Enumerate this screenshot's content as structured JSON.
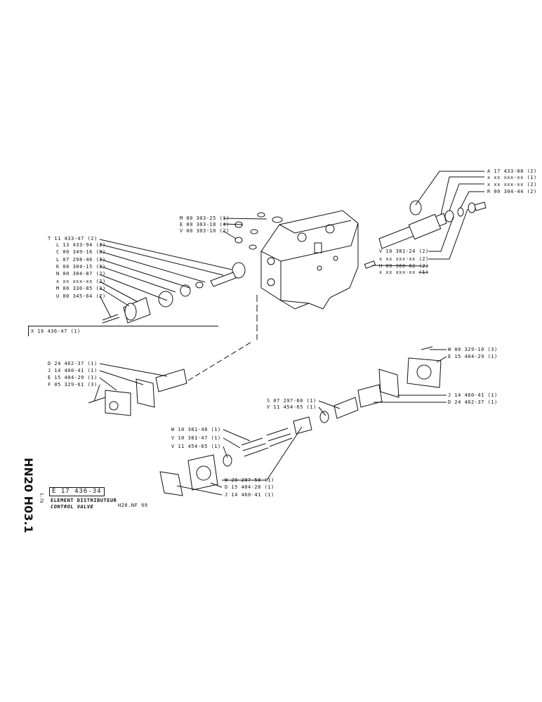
{
  "sheet": {
    "code": "E 17 436-34",
    "title_fr": "ELEMENT DISTRIBUTEUR",
    "title_en": "CONTROL VALVE",
    "model_ref": "H20.NF  99",
    "side_code": "HN20 H03.1",
    "side_sub": "5-79",
    "frame_label": "X 16 436-47 (1)"
  },
  "labels": {
    "top_right": [
      "A 17 433-08 (2)",
      "x xx xxx-xx (1)",
      "x xx xxx-xx (2)",
      "R 00 304-44 (2)"
    ],
    "top_mid": [
      "M 00 303-25 (1)",
      "E 00 303-18 (4)",
      "V 00 303-10 (2)"
    ],
    "left_stack": [
      "T 11 433-47 (2)",
      "L 13 433-94 (2)",
      "C 00 349-16 (8)",
      "L 07 298-46 (2)",
      "K 00 304-15 (2)",
      "N 00 304-87 (2)",
      "x xx xxx-xx (2)",
      "M 00 330-85 (2)",
      "U 00 345-64 (2)"
    ],
    "right_mid": [
      "V 10 381-24 (2)",
      "x xx xxx-xx (2)",
      "H 00 360-02 (2)",
      "x xx xxx-xx (1)"
    ],
    "mid_left": [
      "D 24 462-37 (1)",
      "J 14 460-41 (1)",
      "E 15 404-29 (1)",
      "F 05 329-61 (3)"
    ],
    "mid_right": [
      "W 00 329-10 (3)",
      "E 15 404-29 (1)"
    ],
    "mid_right_lower": [
      "J 14 460-41 (1)",
      "D 24 462-37 (1)"
    ],
    "center": [
      "S 07 297-60 (1)",
      "V 11 454-65 (1)"
    ],
    "lower_left": [
      "W 10 381-48 (1)",
      "V 10 381-47 (1)",
      "V 11 454-65 (1)"
    ],
    "lower_mid": [
      "W 20 287-58 (1)",
      "D 15 404-28 (1)",
      "J 14 460-41 (1)"
    ]
  }
}
